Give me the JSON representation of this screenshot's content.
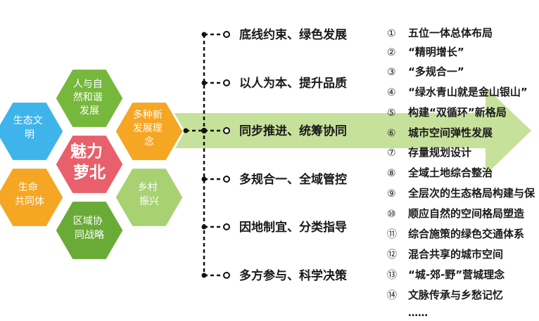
{
  "hexagons": [
    {
      "id": "center",
      "label_lines": [
        "魅力",
        "萝北"
      ],
      "color": "#e8606b"
    },
    {
      "id": "top",
      "label_lines": [
        "人与自",
        "然和谐",
        "发展"
      ],
      "color": "#76b83c"
    },
    {
      "id": "upper-left",
      "label_lines": [
        "生态文",
        "明"
      ],
      "color": "#3eb4ea"
    },
    {
      "id": "upper-right",
      "label_lines": [
        "多种新",
        "发展理",
        "念"
      ],
      "color": "#f5a623"
    },
    {
      "id": "lower-left",
      "label_lines": [
        "生命",
        "共同体"
      ],
      "color": "#f5a623"
    },
    {
      "id": "lower-right",
      "label_lines": [
        "乡村",
        "振兴"
      ],
      "color": "#a8d272"
    },
    {
      "id": "bottom",
      "label_lines": [
        "区域协",
        "同战略"
      ],
      "color": "#6aab38"
    }
  ],
  "arrow_color": "#c6e19a",
  "connector_color": "#111111",
  "principles": [
    "底线约束、绿色发展",
    "以人为本、提升品质",
    "同步推进、统筹协同",
    "多规合一、全域管控",
    "因地制宜、分类指导",
    "多方参与、科学决策"
  ],
  "list_items": [
    {
      "num": "①",
      "text": "五位一体总体布局"
    },
    {
      "num": "②",
      "text": "“精明增长”"
    },
    {
      "num": "③",
      "text": "“多规合一”"
    },
    {
      "num": "④",
      "text": "“绿水青山就是金山银山”"
    },
    {
      "num": "⑤",
      "text": "构建“双循环”新格局"
    },
    {
      "num": "⑥",
      "text": "城市空间弹性发展"
    },
    {
      "num": "⑦",
      "text": "存量规划设计"
    },
    {
      "num": "⑧",
      "text": "全域土地综合整治"
    },
    {
      "num": "⑨",
      "text": "全层次的生态格局构建与保"
    },
    {
      "num": "⑩",
      "text": "顺应自然的空间格局塑造"
    },
    {
      "num": "⑪",
      "text": "综合施策的绿色交通体系"
    },
    {
      "num": "⑫",
      "text": "混合共享的城市空间"
    },
    {
      "num": "⑬",
      "text": "“城-郊-野”营城理念"
    },
    {
      "num": "⑭",
      "text": "文脉传承与乡愁记忆"
    }
  ],
  "ellipsis": "……"
}
